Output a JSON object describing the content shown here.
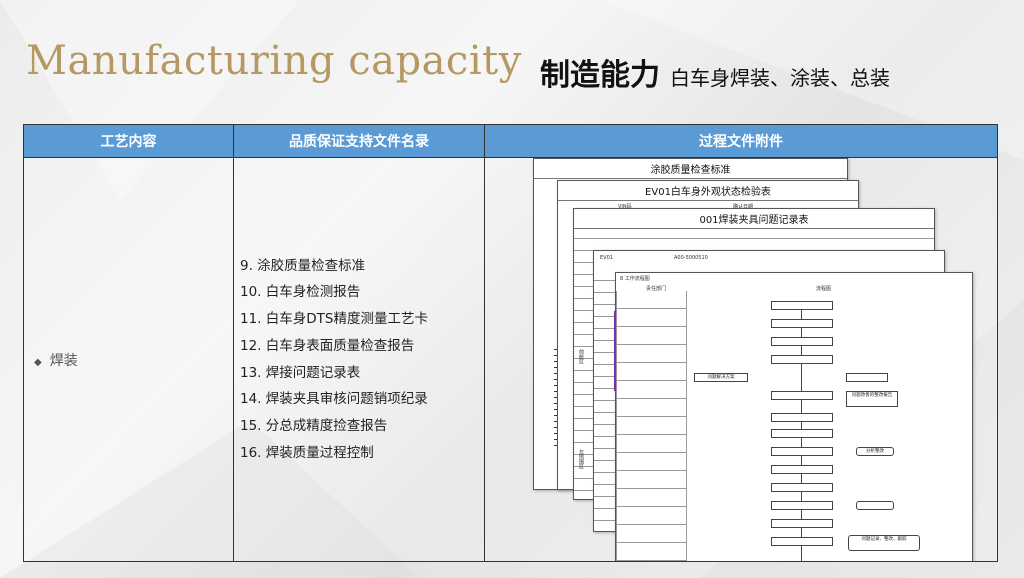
{
  "title_en": "Manufacturing capacity",
  "title_zh_main": "制造能力",
  "title_zh_sub": "白车身焊装、涂装、总装",
  "table": {
    "headers": [
      "工艺内容",
      "品质保证支持文件名录",
      "过程文件附件"
    ],
    "process": "焊装",
    "documents": [
      "9. 涂胶质量检查标准",
      "10. 白车身检测报告",
      "11. 白车身DTS精度测量工艺卡",
      "12. 白车身表面质量检查报告",
      "13. 焊接问题记录表",
      "14. 焊装夹具审核问题销项纪录",
      "15. 分总成精度捡查报告",
      "16. 焊装质量过程控制"
    ]
  },
  "attachments": {
    "sheet1_title": "涂胶质量检查标准",
    "sheet2_title": "EV01白车身外观状态检验表",
    "sheet3_title": "001焊装夹具问题记录表",
    "sheet4_header_left": "责任部门",
    "sheet4_header_right": "流程图",
    "sheet4_label": "8 工作流程图",
    "code_a": "EV01",
    "code_b": "A00-5000510",
    "region_front": "前舱区",
    "region_left": "左侧围区",
    "vin_label": "VIN码",
    "date_label": "确认日期",
    "flow_steps": [
      "问题解决方案",
      "问题改善的整改报告",
      "分析整改",
      "问题记录、整改、跟踪"
    ]
  }
}
